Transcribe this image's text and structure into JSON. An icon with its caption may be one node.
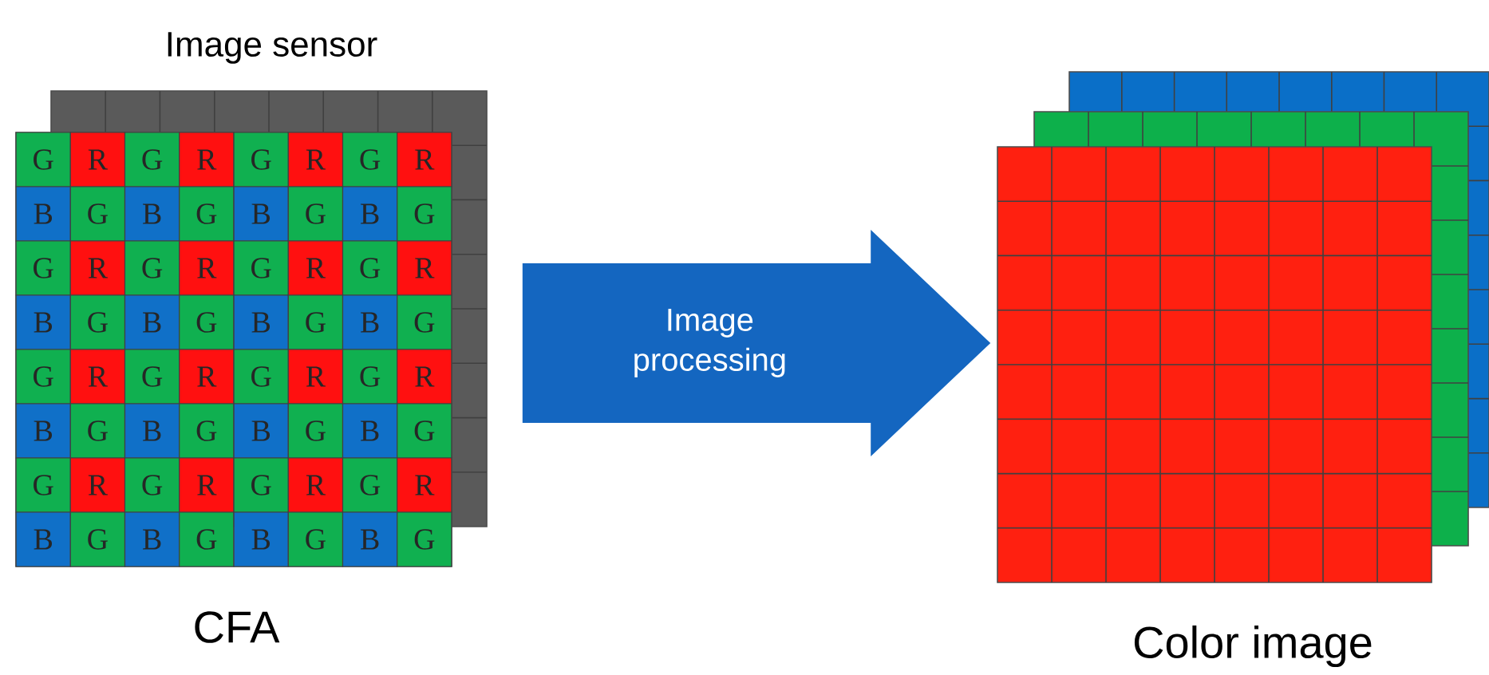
{
  "diagram": {
    "nodes": [
      {
        "text": [],
        "shape": "box",
        "beside": [
          "Image sensor"
        ]
      },
      {
        "text": [],
        "shape": "box",
        "beside": [
          "CFA"
        ]
      },
      {
        "text": [],
        "shape": "box"
      },
      {
        "text": [],
        "shape": "box"
      },
      {
        "text": [],
        "shape": "box",
        "beside": [
          "Color image"
        ]
      }
    ],
    "edges": [
      {
        "from": 0,
        "to": 4,
        "arrow": "to",
        "label": "Image processing"
      }
    ],
    "labels": [
      "G",
      "R",
      "G",
      "R",
      "G",
      "R",
      "G",
      "R",
      "B",
      "G",
      "B",
      "G",
      "B",
      "G",
      "B",
      "G",
      "G",
      "R",
      "G",
      "R",
      "G",
      "R",
      "G",
      "R",
      "B",
      "G",
      "B",
      "G",
      "B",
      "G",
      "B",
      "G",
      "G",
      "R",
      "G",
      "R",
      "G",
      "R",
      "G",
      "R",
      "B",
      "G",
      "B",
      "G",
      "B",
      "G",
      "B",
      "G",
      "G",
      "R",
      "G",
      "R",
      "G",
      "R",
      "G",
      "R",
      "B",
      "G",
      "B",
      "G",
      "B",
      "G",
      "B",
      "G"
    ]
  }
}
